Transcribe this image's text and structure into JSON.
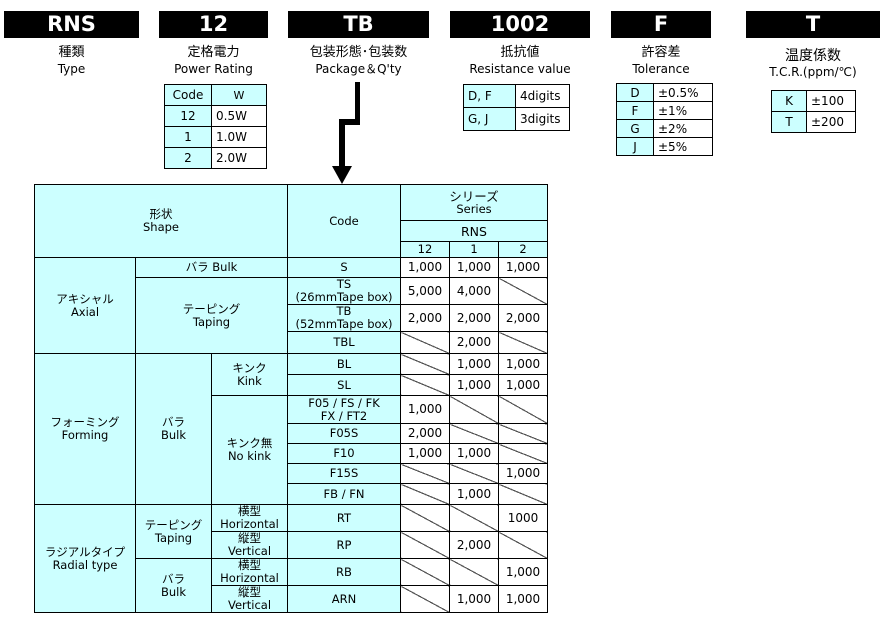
{
  "codes": [
    {
      "code": "RNS",
      "jp": "種類",
      "en": "Type"
    },
    {
      "code": "12",
      "jp": "定格電力",
      "en": "Power Rating"
    },
    {
      "code": "TB",
      "jp": "包装形態･包装数",
      "en": "Package＆Q'ty"
    },
    {
      "code": "1002",
      "jp": "抵抗値",
      "en": "Resistance value"
    },
    {
      "code": "F",
      "jp": "許容差",
      "en": "Tolerance"
    },
    {
      "code": "T",
      "jp": "温度係数",
      "en": "T.C.R.(ppm/℃)"
    }
  ],
  "power_table": {
    "header": [
      "Code",
      "W"
    ],
    "rows": [
      [
        "12",
        "0.5W"
      ],
      [
        "1",
        "1.0W"
      ],
      [
        "2",
        "2.0W"
      ]
    ]
  },
  "resistance_table": {
    "rows": [
      [
        "D, F",
        "4digits"
      ],
      [
        "G, J",
        "3digits"
      ]
    ]
  },
  "tolerance_table": {
    "rows": [
      [
        "D",
        "±0.5%"
      ],
      [
        "F",
        "±1%"
      ],
      [
        "G",
        "±2%"
      ],
      [
        "J",
        "±5%"
      ]
    ]
  },
  "tcr_table": {
    "rows": [
      [
        "K",
        "±100"
      ],
      [
        "T",
        "±200"
      ]
    ]
  },
  "main_table": {
    "shape_jp": "形状",
    "shape_en": "Shape",
    "code_header": "Code",
    "series_jp": "シリーズ",
    "series_en": "Series",
    "rns": "RNS",
    "cols": [
      "12",
      "1",
      "2"
    ],
    "groups": {
      "axial_jp": "アキシャル",
      "axial_en": "Axial",
      "forming_jp": "フォーミング",
      "forming_en": "Forming",
      "radial_jp": "ラジアルタイプ",
      "radial_en": "Radial type",
      "bulk_jp": "バラ",
      "bulk_en": "Bulk",
      "bara_bulk": "バラ Bulk",
      "taping_jp": "テーピング",
      "taping_en": "Taping",
      "kink_jp": "キンク",
      "kink_en": "Kink",
      "nokink_jp": "キンク無",
      "nokink_en": "No kink",
      "horizontal_jp": "横型",
      "horizontal_en": "Horizontal",
      "vertical_jp": "縦型",
      "vertical_en": "Vertical"
    },
    "rows": [
      {
        "code": [
          "S"
        ],
        "v": [
          "1,000",
          "1,000",
          "1,000"
        ]
      },
      {
        "code": [
          "TS",
          "(26mmTape box)"
        ],
        "v": [
          "5,000",
          "4,000",
          null
        ]
      },
      {
        "code": [
          "TB",
          "(52mmTape box)"
        ],
        "v": [
          "2,000",
          "2,000",
          "2,000"
        ]
      },
      {
        "code": [
          "TBL"
        ],
        "v": [
          null,
          "2,000",
          null
        ]
      },
      {
        "code": [
          "BL"
        ],
        "v": [
          null,
          "1,000",
          "1,000"
        ]
      },
      {
        "code": [
          "SL"
        ],
        "v": [
          null,
          "1,000",
          "1,000"
        ]
      },
      {
        "code": [
          "F05 / FS / FK",
          "FX / FT2"
        ],
        "v": [
          "1,000",
          null,
          null
        ]
      },
      {
        "code": [
          "F05S"
        ],
        "v": [
          "2,000",
          null,
          null
        ]
      },
      {
        "code": [
          "F10"
        ],
        "v": [
          "1,000",
          "1,000",
          null
        ]
      },
      {
        "code": [
          "F15S"
        ],
        "v": [
          null,
          null,
          "1,000"
        ]
      },
      {
        "code": [
          "FB / FN"
        ],
        "v": [
          null,
          "1,000",
          null
        ]
      },
      {
        "code": [
          "RT"
        ],
        "v": [
          null,
          null,
          "1000"
        ]
      },
      {
        "code": [
          "RP"
        ],
        "v": [
          null,
          "2,000",
          null
        ]
      },
      {
        "code": [
          "RB"
        ],
        "v": [
          null,
          null,
          "1,000"
        ]
      },
      {
        "code": [
          "ARN"
        ],
        "v": [
          null,
          "1,000",
          "1,000"
        ]
      }
    ]
  }
}
